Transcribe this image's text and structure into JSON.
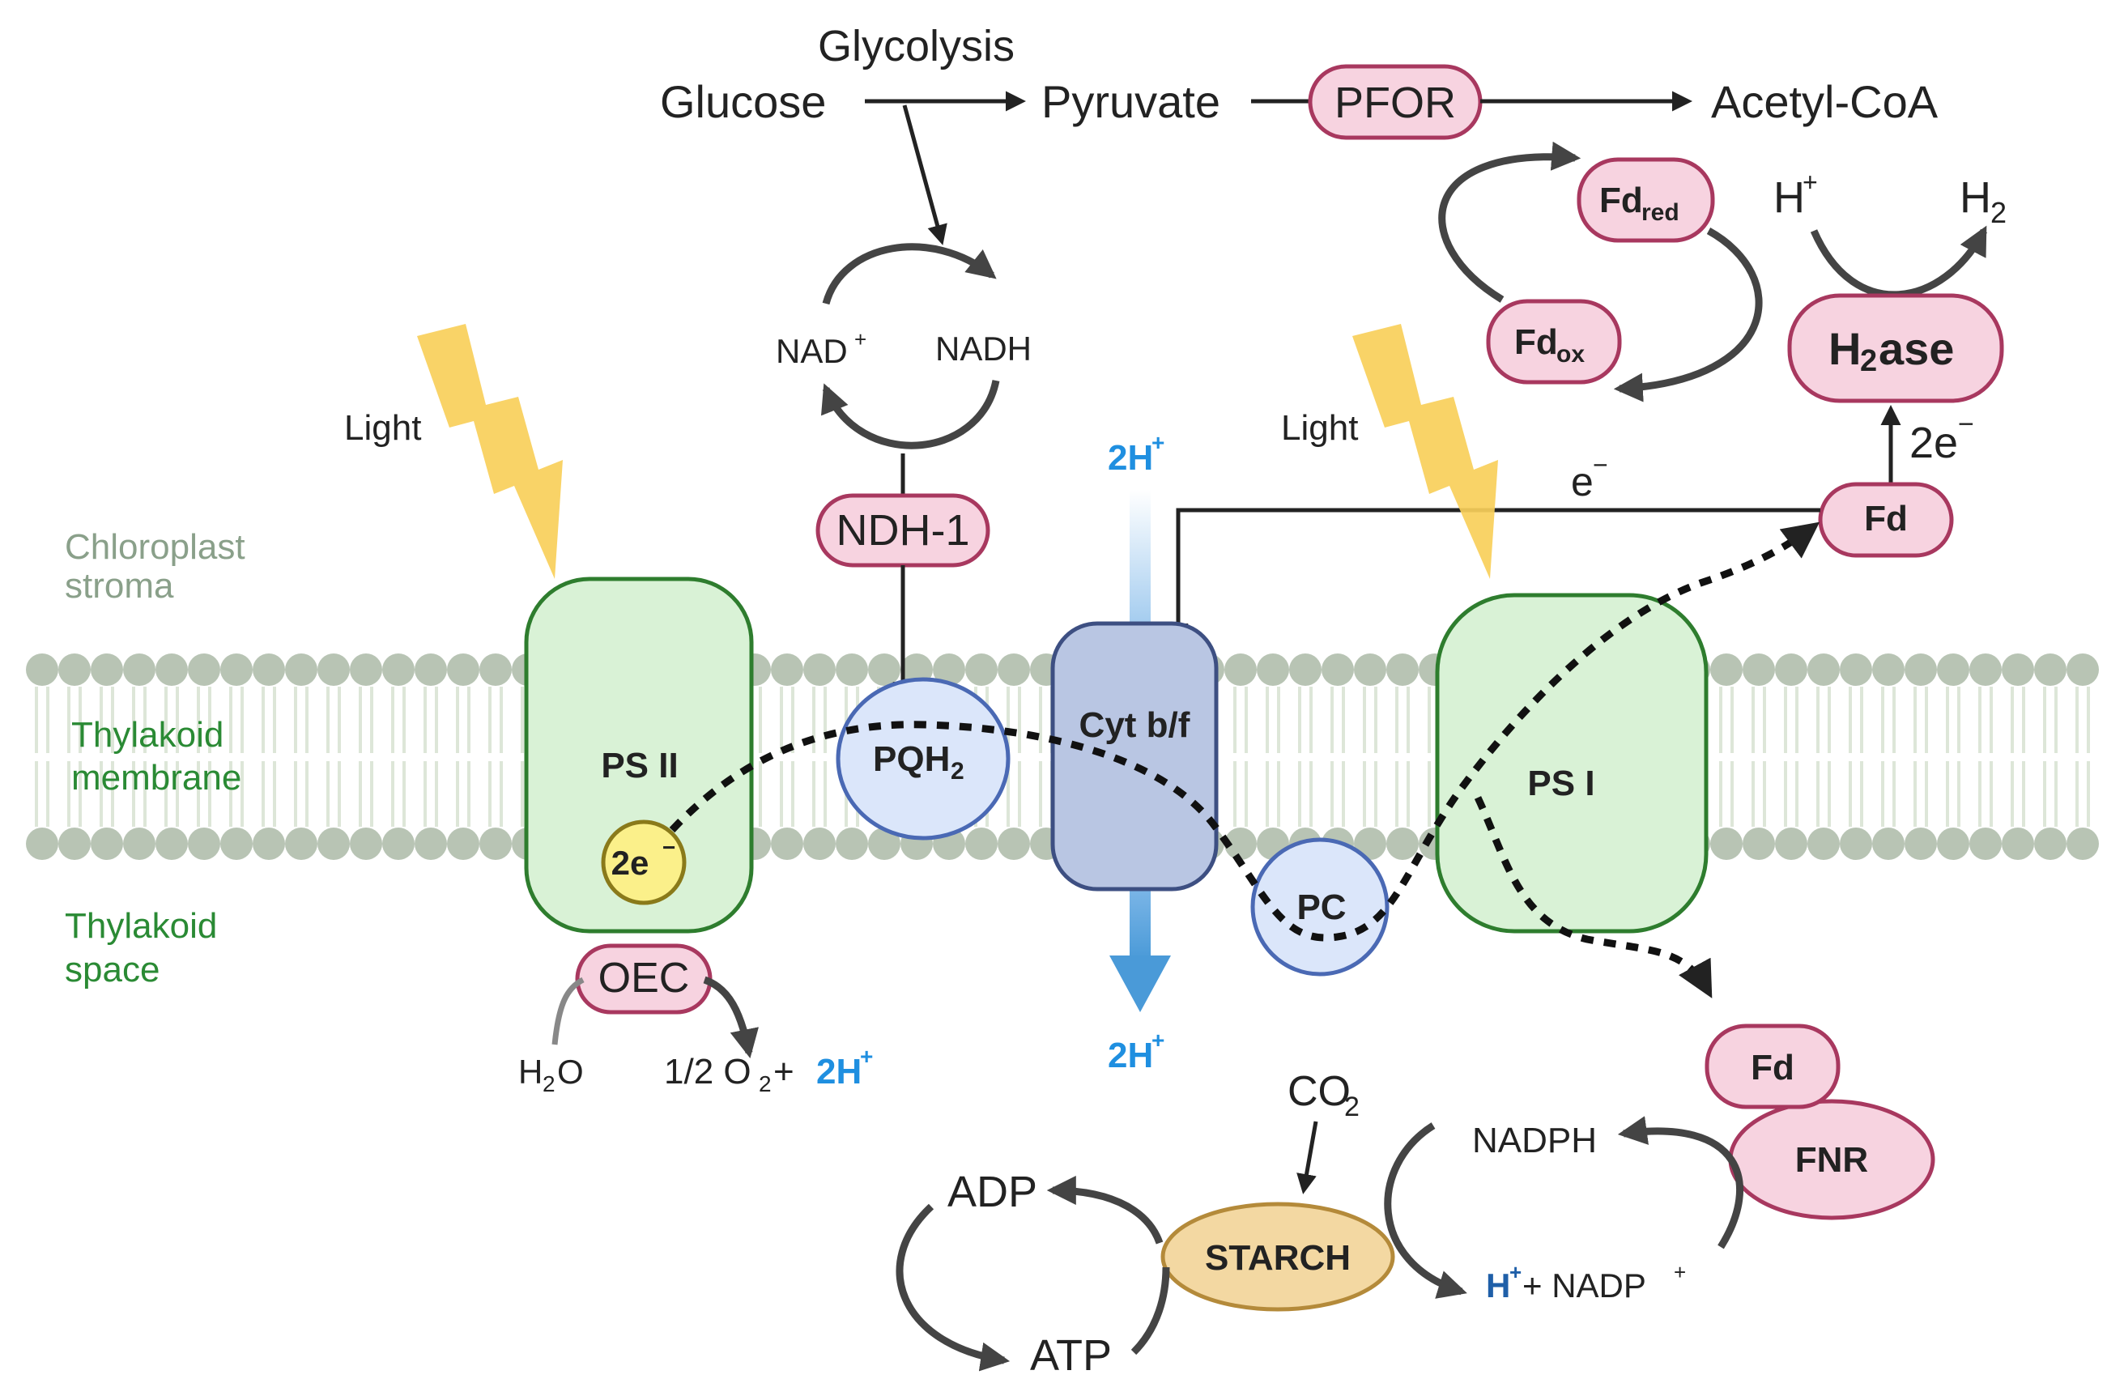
{
  "labels": {
    "glycolysis": "Glycolysis",
    "glucose": "Glucose",
    "pyruvate": "Pyruvate",
    "pfor": "PFOR",
    "acetyl_coa": "Acetyl-CoA",
    "fd_red_main": "Fd",
    "fd_red_sub": "red",
    "fd_ox_main": "Fd",
    "fd_ox_sub": "ox",
    "h_plus_top": "H",
    "h2_top": "H",
    "h2ase_main": "H",
    "h2ase_sub": "2",
    "h2ase_rest": "ase",
    "nad_plus": "NAD",
    "nadh": "NADH",
    "light_left": "Light",
    "light_right": "Light",
    "two_h_top": "2H",
    "e_minus": "e",
    "two_e_right": "2e",
    "fd_mid": "Fd",
    "ndh1": "NDH-1",
    "chloroplast": "Chloroplast",
    "stroma": "stroma",
    "thylakoid": "Thylakoid",
    "membrane": "membrane",
    "thylakoid2": "Thylakoid",
    "space": "space",
    "ps2": "PS II",
    "two_e_ps2": "2e",
    "pqh2_main": "PQH",
    "pqh2_sub": "2",
    "cyt": "Cyt b/f",
    "ps1": "PS I",
    "pc": "PC",
    "oec": "OEC",
    "h2o_main": "H",
    "h2o_sub": "2",
    "h2o_end": "O",
    "o2_pre": "1/2 O",
    "o2_sub": "2",
    "o2_plus": " + ",
    "o2_2h": "2H",
    "two_h_bottom": "2H",
    "co2_main": "CO",
    "co2_sub": "2",
    "fd_bottom": "Fd",
    "fnr": "FNR",
    "nadph": "NADPH",
    "h_plus_nadp": "H",
    "plus_nadp": " + NADP",
    "adp": "ADP",
    "atp": "ATP",
    "starch": "STARCH",
    "sup_plus": "+",
    "sup_minus": "−",
    "sub_two": "2"
  },
  "colors": {
    "pink_fill": "#f7d3e0",
    "pink_stroke": "#a8385f",
    "green_fill": "#d9f2d6",
    "green_stroke": "#2e7d2e",
    "lightblue_fill": "#dbe6fa",
    "lightblue_stroke": "#4a69b4",
    "cyt_fill": "#b9c6e3",
    "cyt_stroke": "#3d4f82",
    "yellow_fill": "#fbf08a",
    "yellow_stroke": "#8a7a1a",
    "starch_fill": "#f3d8a2",
    "starch_stroke": "#b48a3a",
    "lightning": "#f8cf5a",
    "membrane_dot": "#b8c4b4",
    "proton_blue": "#1f8fe0",
    "arrow": "#222222"
  }
}
